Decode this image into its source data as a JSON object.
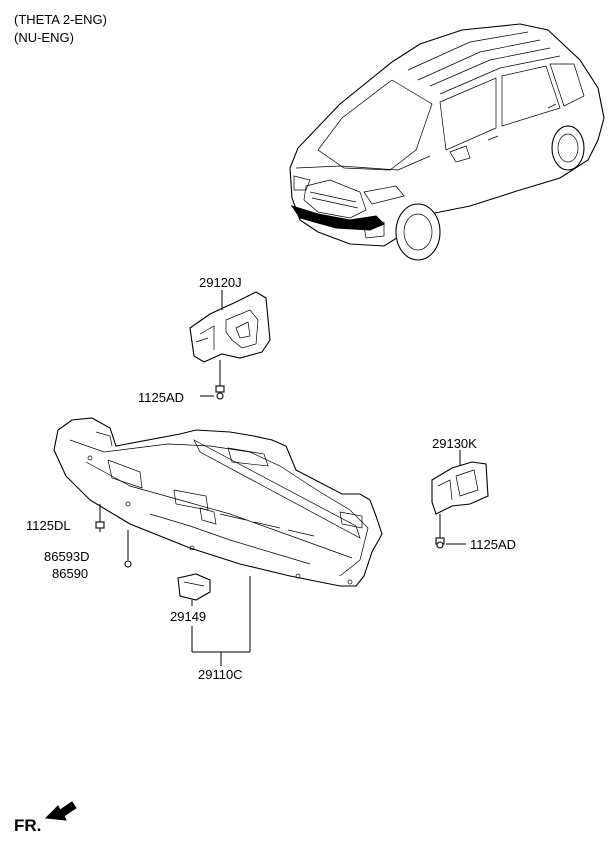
{
  "header": {
    "engine_line_1": "(THETA 2-ENG)",
    "engine_line_2": "(NU-ENG)"
  },
  "callouts": {
    "p29120J": "29120J",
    "p1125AD_upper": "1125AD",
    "p29130K": "29130K",
    "p1125AD_right": "1125AD",
    "p1125DL": "1125DL",
    "p86593D": "86593D",
    "p86590": "86590",
    "p29149": "29149",
    "p29110C": "29110C"
  },
  "footer": {
    "direction_label": "FR."
  }
}
